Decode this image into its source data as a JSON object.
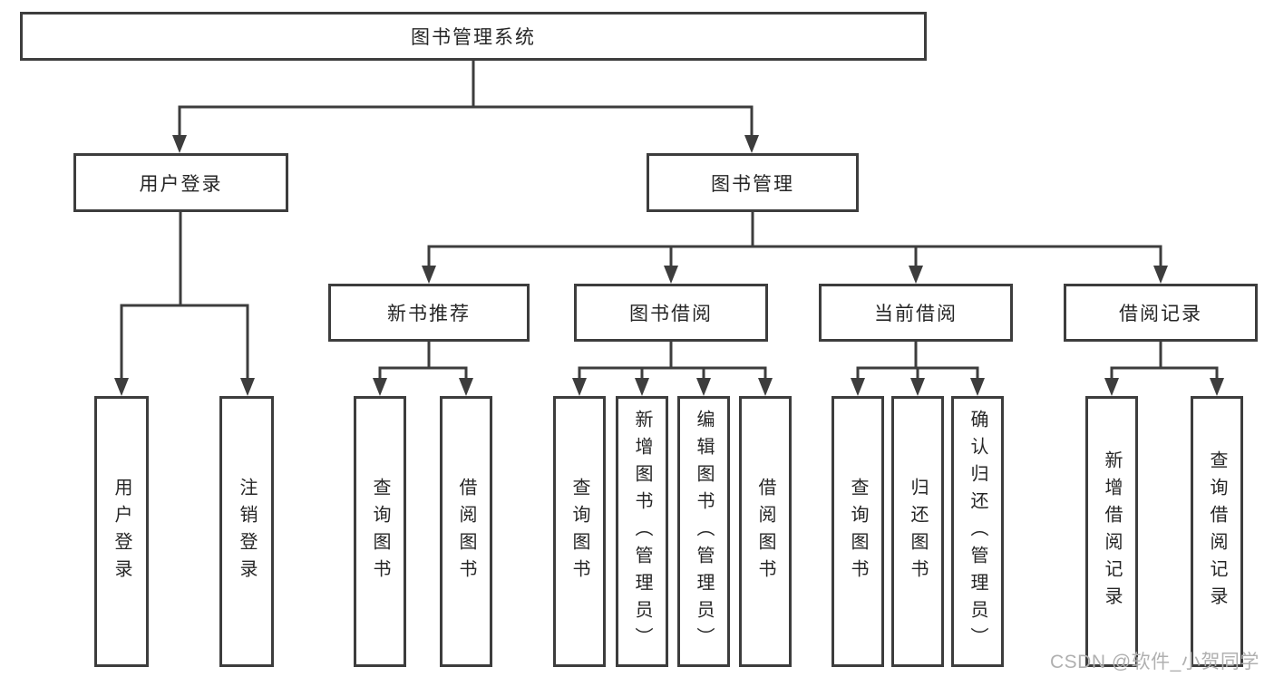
{
  "diagram": {
    "root": {
      "label": "图书管理系统"
    },
    "branches": [
      {
        "label": "用户登录",
        "children": [
          {
            "label": "用户登录"
          },
          {
            "label": "注销登录"
          }
        ]
      },
      {
        "label": "图书管理",
        "groups": [
          {
            "label": "新书推荐",
            "children": [
              {
                "label": "查询图书"
              },
              {
                "label": "借阅图书"
              }
            ]
          },
          {
            "label": "图书借阅",
            "children": [
              {
                "label": "查询图书"
              },
              {
                "label": "新增图书（管理员）"
              },
              {
                "label": "编辑图书（管理员）"
              },
              {
                "label": "借阅图书"
              }
            ]
          },
          {
            "label": "当前借阅",
            "children": [
              {
                "label": "查询图书"
              },
              {
                "label": "归还图书"
              },
              {
                "label": "确认归还（管理员）"
              }
            ]
          },
          {
            "label": "借阅记录",
            "children": [
              {
                "label": "新增借阅记录"
              },
              {
                "label": "查询借阅记录"
              }
            ]
          }
        ]
      }
    ],
    "watermark": "CSDN @软件_小贺同学",
    "colors": {
      "line": "#3d3d3d",
      "text": "#262626",
      "watermark": "#b0b0b0",
      "background": "#ffffff"
    }
  }
}
